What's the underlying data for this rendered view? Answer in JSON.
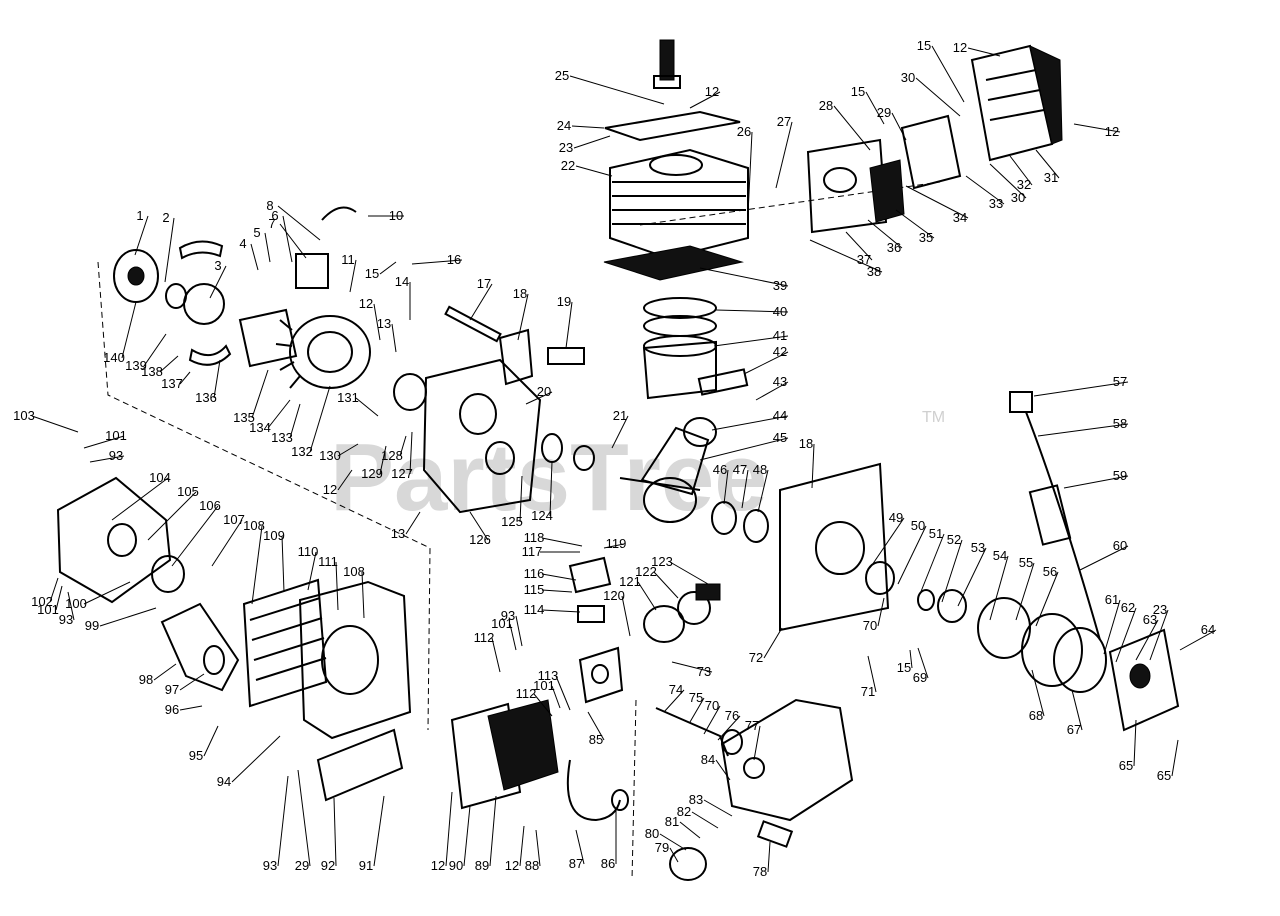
{
  "watermark": {
    "text": "PartsTree",
    "trademark": "TM"
  },
  "callouts": [
    "1",
    "2",
    "3",
    "4",
    "5",
    "6",
    "7",
    "8",
    "10",
    "11",
    "12",
    "13",
    "14",
    "15",
    "16",
    "17",
    "18",
    "19",
    "20",
    "21",
    "22",
    "23",
    "24",
    "25",
    "26",
    "27",
    "28",
    "29",
    "30",
    "31",
    "32",
    "33",
    "34",
    "35",
    "36",
    "37",
    "38",
    "39",
    "40",
    "41",
    "42",
    "43",
    "44",
    "45",
    "46",
    "47",
    "48",
    "49",
    "50",
    "51",
    "52",
    "53",
    "54",
    "55",
    "56",
    "57",
    "58",
    "59",
    "60",
    "61",
    "62",
    "63",
    "64",
    "65",
    "67",
    "68",
    "69",
    "70",
    "71",
    "72",
    "73",
    "74",
    "75",
    "76",
    "77",
    "78",
    "79",
    "80",
    "81",
    "82",
    "83",
    "84",
    "85",
    "86",
    "87",
    "88",
    "89",
    "90",
    "91",
    "92",
    "93",
    "94",
    "95",
    "96",
    "97",
    "98",
    "99",
    "100",
    "101",
    "102",
    "103",
    "104",
    "105",
    "106",
    "107",
    "108",
    "109",
    "110",
    "111",
    "112",
    "113",
    "114",
    "115",
    "116",
    "117",
    "118",
    "119",
    "120",
    "121",
    "122",
    "123",
    "124",
    "125",
    "126",
    "127",
    "128",
    "129",
    "130",
    "131",
    "132",
    "133",
    "134",
    "135",
    "136",
    "137",
    "138",
    "139",
    "140"
  ]
}
